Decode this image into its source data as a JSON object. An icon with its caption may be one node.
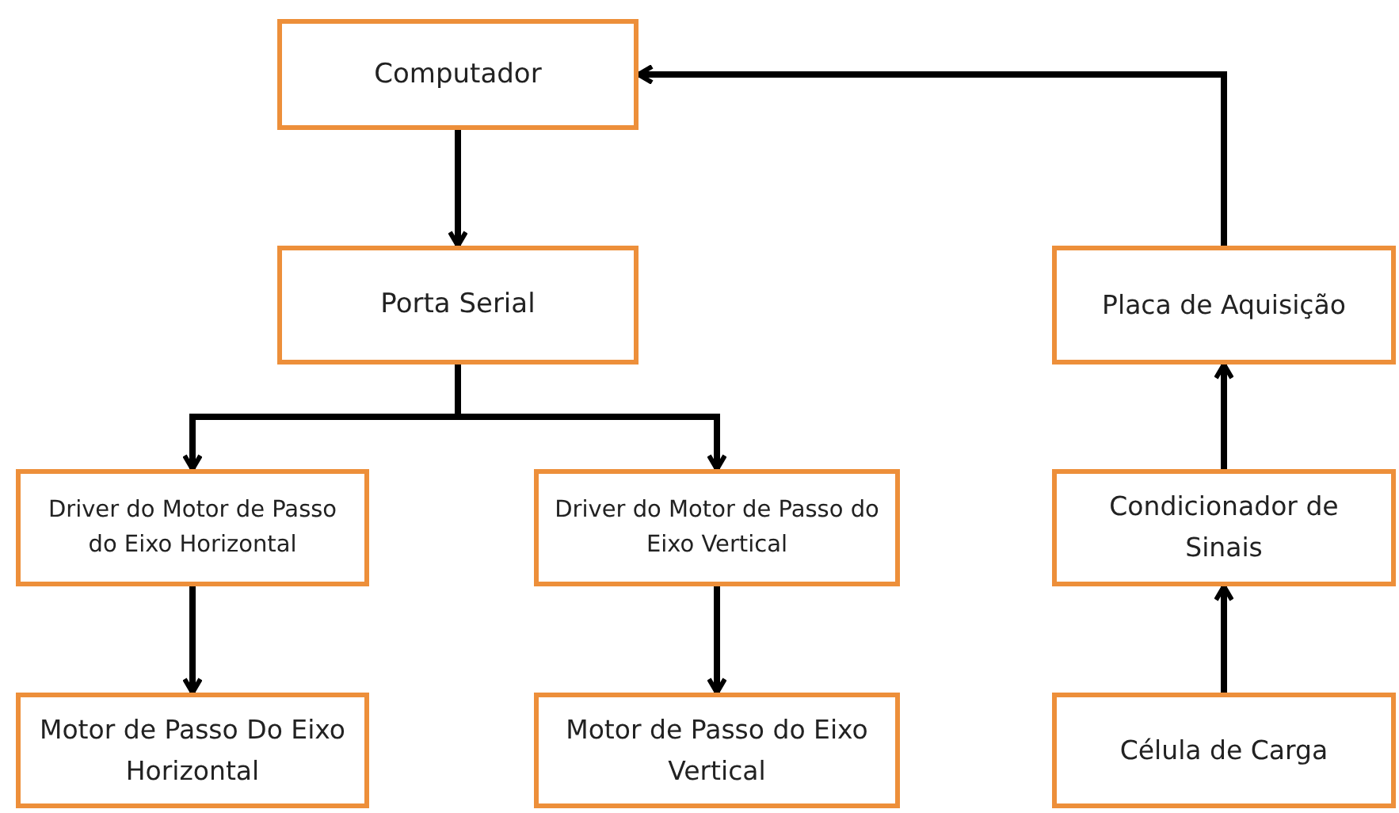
{
  "diagram": {
    "nodes": [
      {
        "text": [
          "Computador"
        ]
      },
      {
        "text": [
          "Porta Serial"
        ]
      },
      {
        "text": [
          "Driver do Motor de Passo do Eixo Horizontal"
        ]
      },
      {
        "text": [
          "Driver do Motor de Passo do Eixo Vertical"
        ]
      },
      {
        "text": [
          "Motor de Passo Do Eixo Horizontal"
        ]
      },
      {
        "text": [
          "Motor de Passo do Eixo Vertical"
        ]
      },
      {
        "text": [
          "Placa de Aquisição"
        ]
      },
      {
        "text": [
          "Condicionador de Sinais"
        ]
      },
      {
        "text": [
          "Célula de Carga"
        ]
      }
    ],
    "edges": [
      {
        "from": 0,
        "to": 1,
        "arrow": "to"
      },
      {
        "from": 1,
        "to": 2,
        "arrow": "to"
      },
      {
        "from": 1,
        "to": 3,
        "arrow": "to"
      },
      {
        "from": 2,
        "to": 4,
        "arrow": "to"
      },
      {
        "from": 3,
        "to": 5,
        "arrow": "to"
      },
      {
        "from": 8,
        "to": 7,
        "arrow": "to"
      },
      {
        "from": 7,
        "to": 6,
        "arrow": "to"
      },
      {
        "from": 6,
        "to": 0,
        "arrow": "to"
      }
    ]
  }
}
